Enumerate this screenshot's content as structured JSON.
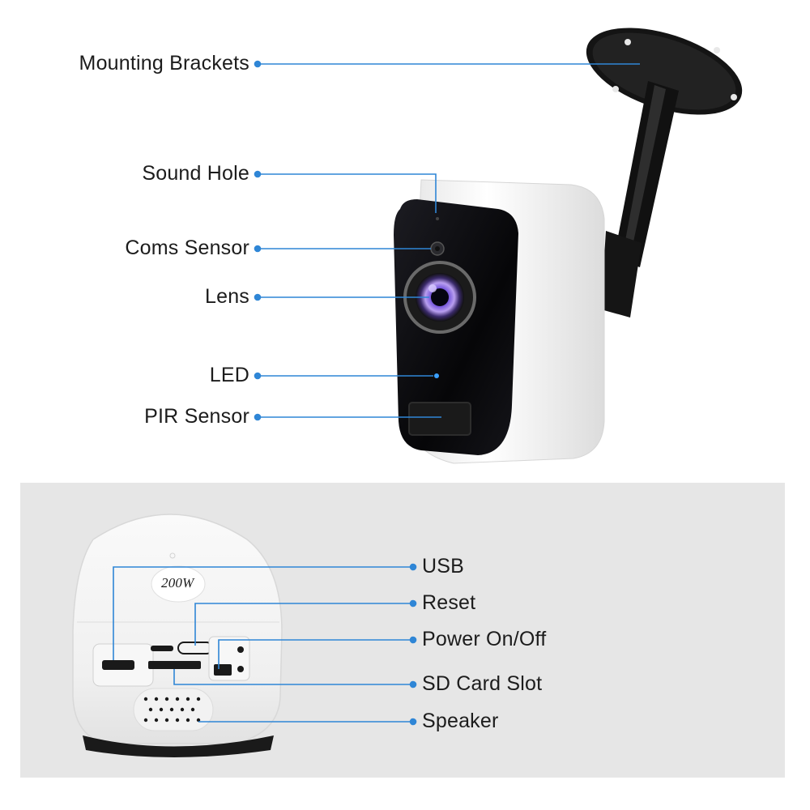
{
  "top_labels": {
    "mounting_brackets": "Mounting Brackets",
    "sound_hole": "Sound Hole",
    "coms_sensor": "Coms Sensor",
    "lens": "Lens",
    "led": "LED",
    "pir_sensor": "PIR Sensor"
  },
  "bottom_labels": {
    "usb": "USB",
    "reset": "Reset",
    "power": "Power On/Off",
    "sd_card": "SD Card Slot",
    "speaker": "Speaker"
  },
  "battery_marking": "200W",
  "colors": {
    "callout_blue": "#2f86d6",
    "panel_bg": "#e6e6e6",
    "camera_body": "#f4f4f4",
    "camera_face": "#0b0b0d"
  }
}
